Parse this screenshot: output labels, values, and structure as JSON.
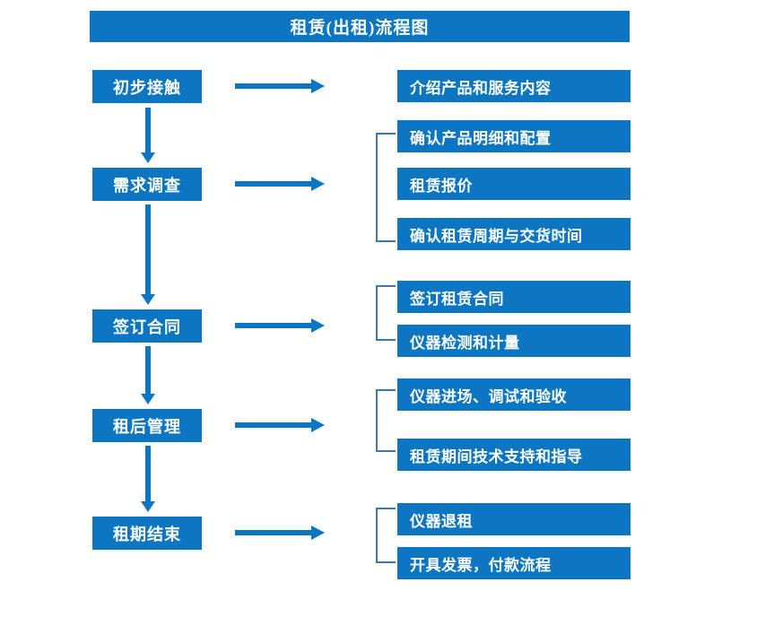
{
  "title": "租赁(出租)流程图",
  "colors": {
    "box_blue": "#0C76C2",
    "bracket_blue": "#3E78A8",
    "text_white": "#FFFFFF",
    "background": "#FFFFFF"
  },
  "stages": [
    {
      "label": "初步接触"
    },
    {
      "label": "需求调查"
    },
    {
      "label": "签订合同"
    },
    {
      "label": "租后管理"
    },
    {
      "label": "租期结束"
    }
  ],
  "details": [
    {
      "label": "介绍产品和服务内容"
    },
    {
      "label": "确认产品明细和配置"
    },
    {
      "label": "租赁报价"
    },
    {
      "label": "确认租赁周期与交货时间"
    },
    {
      "label": "签订租赁合同"
    },
    {
      "label": "仪器检测和计量"
    },
    {
      "label": "仪器进场、调试和验收"
    },
    {
      "label": "租赁期间技术支持和指导"
    },
    {
      "label": "仪器退租"
    },
    {
      "label": "开具发票，付款流程"
    }
  ],
  "groups": [
    {
      "stage": "需求调查",
      "details": [
        "确认产品明细和配置",
        "租赁报价",
        "确认租赁周期与交货时间"
      ]
    },
    {
      "stage": "签订合同",
      "details": [
        "签订租赁合同",
        "仪器检测和计量"
      ]
    },
    {
      "stage": "租后管理",
      "details": [
        "仪器进场、调试和验收",
        "租赁期间技术支持和指导"
      ]
    },
    {
      "stage": "租期结束",
      "details": [
        "仪器退租",
        "开具发票，付款流程"
      ]
    }
  ],
  "flow": [
    {
      "from": "初步接触",
      "to": "需求调查"
    },
    {
      "from": "需求调查",
      "to": "签订合同"
    },
    {
      "from": "签订合同",
      "to": "租后管理"
    },
    {
      "from": "租后管理",
      "to": "租期结束"
    }
  ]
}
